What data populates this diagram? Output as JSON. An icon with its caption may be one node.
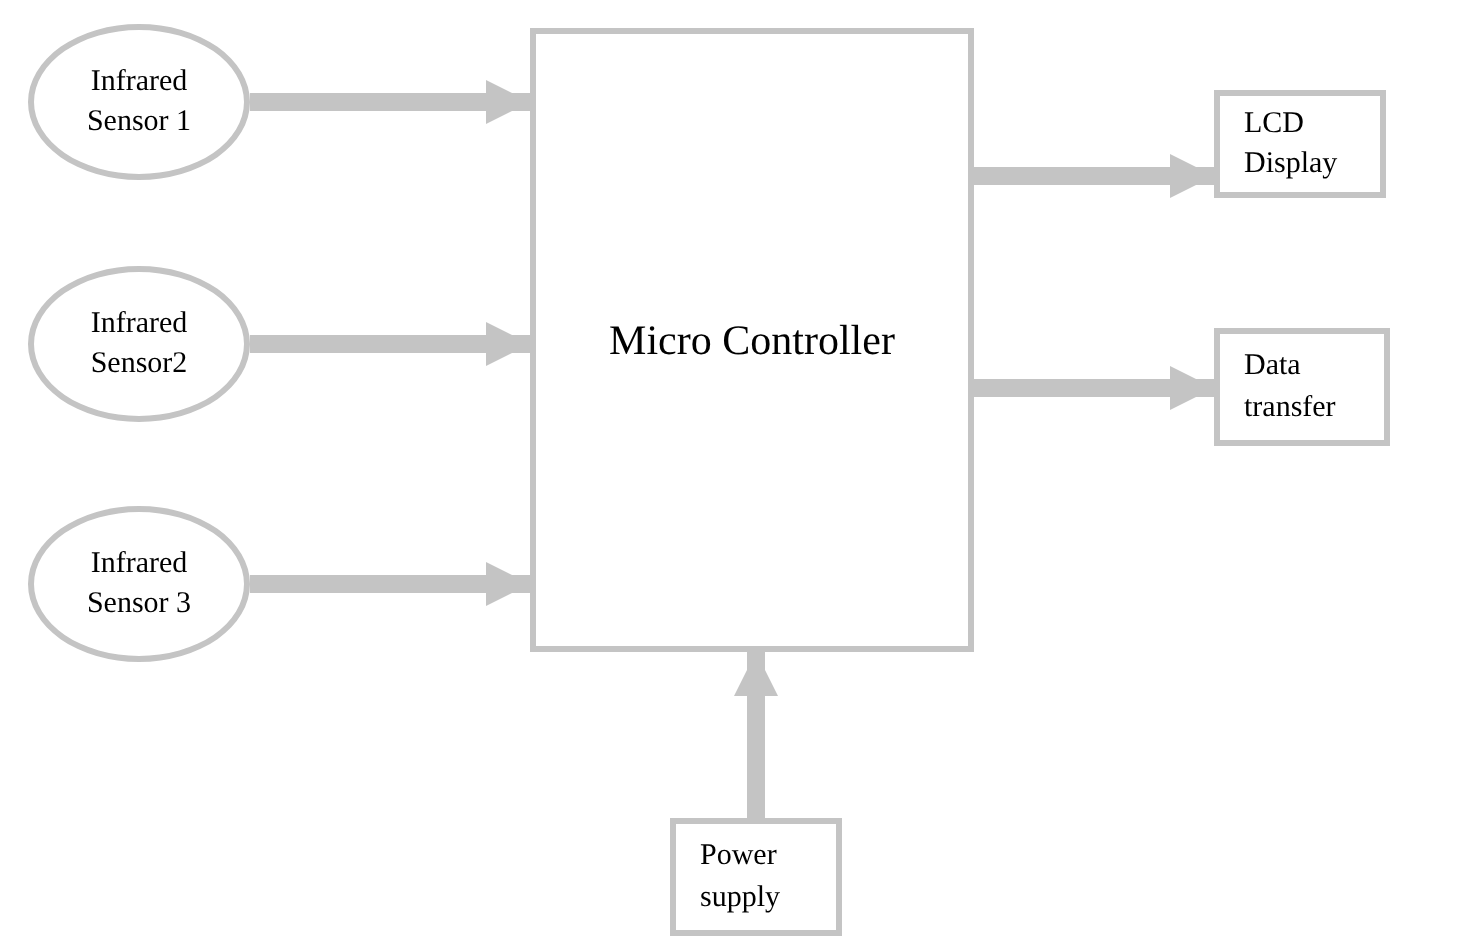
{
  "diagram": {
    "nodes": [
      {
        "text": [
          "Infrared Sensor 1"
        ]
      },
      {
        "text": [
          "Infrared Sensor2"
        ]
      },
      {
        "text": [
          "Infrared Sensor 3"
        ]
      },
      {
        "text": [
          "Micro Controller"
        ]
      },
      {
        "text": [
          "LCD Display"
        ]
      },
      {
        "text": [
          "Data transfer"
        ]
      },
      {
        "text": [
          "Power supply"
        ]
      }
    ],
    "edges": [
      {
        "from": 0,
        "to": 3,
        "arrow": "to"
      },
      {
        "from": 1,
        "to": 3,
        "arrow": "to"
      },
      {
        "from": 2,
        "to": 3,
        "arrow": "to"
      },
      {
        "from": 3,
        "to": 4,
        "arrow": "to"
      },
      {
        "from": 3,
        "to": 5,
        "arrow": "to"
      },
      {
        "from": 6,
        "to": 3,
        "arrow": "to"
      }
    ]
  }
}
